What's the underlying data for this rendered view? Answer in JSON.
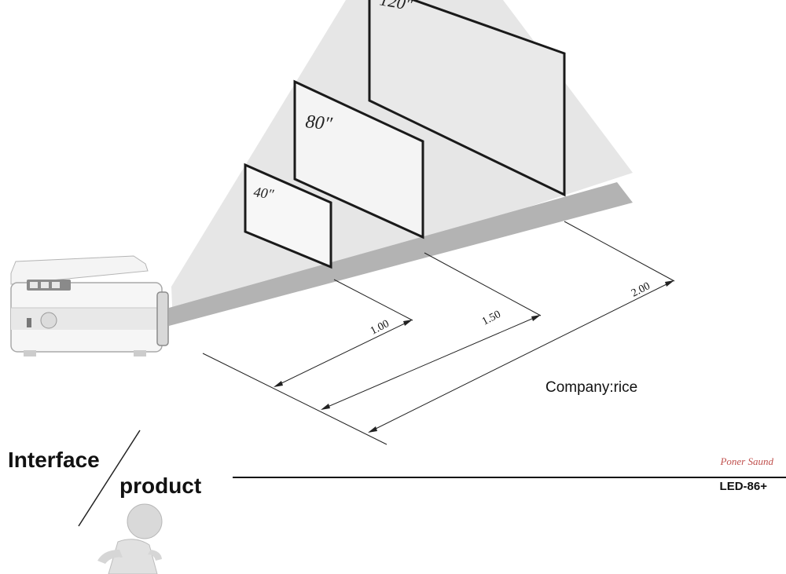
{
  "diagram": {
    "screens": [
      {
        "size_label": "40″"
      },
      {
        "size_label": "80″"
      },
      {
        "size_label": "120″"
      }
    ],
    "distances": [
      "1.00",
      "1.50",
      "2.00"
    ]
  },
  "company_text": "Company:rice",
  "section": {
    "line1": "Interface",
    "line2": "product"
  },
  "brand": {
    "logo_text": "Poner Saund",
    "model": "LED-86+",
    "color": "#c0504d"
  }
}
